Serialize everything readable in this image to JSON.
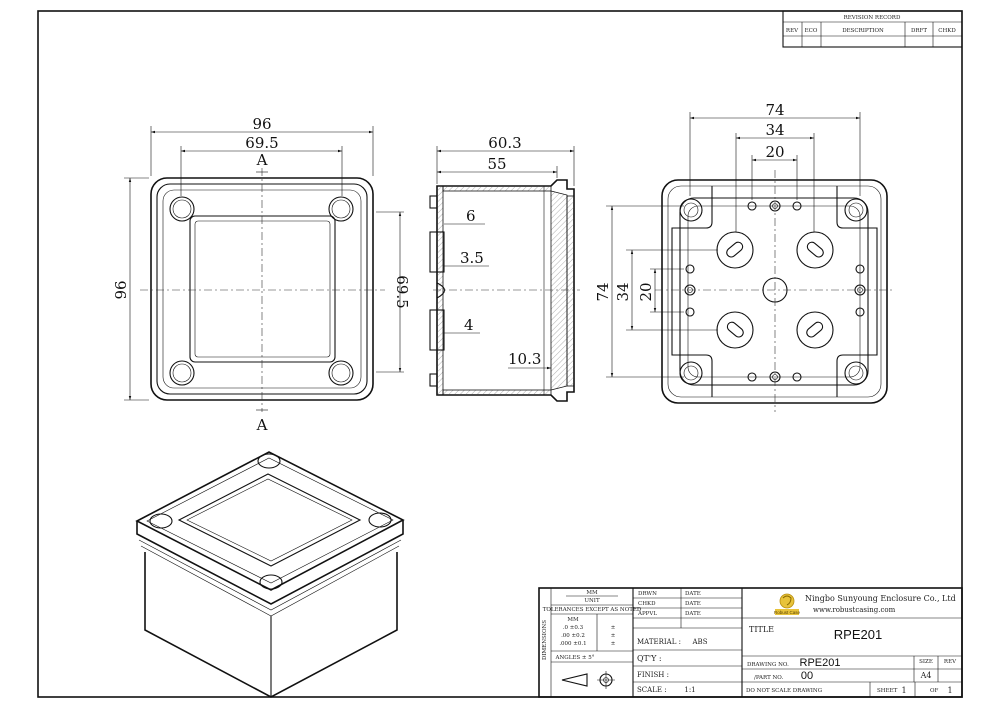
{
  "revision_table": {
    "title": "REVISION RECORD",
    "columns": [
      "REV",
      "ECO",
      "DESCRIPTION",
      "DRFT",
      "CHKD"
    ]
  },
  "front_view": {
    "dims": {
      "width": "96",
      "inner_width": "69.5",
      "height": "96"
    },
    "section_label_top": "A",
    "section_label_bottom": "A"
  },
  "section_view": {
    "dims": {
      "overall": "60.3",
      "body": "55",
      "d6": "6",
      "d3_5": "3.5",
      "d4": "4",
      "d10_3": "10.3",
      "height": "69.5"
    }
  },
  "bottom_view": {
    "dims": {
      "w74": "74",
      "w34": "34",
      "w20": "20",
      "h74": "74",
      "h34": "34",
      "h20": "20"
    }
  },
  "title_block": {
    "company": "Ningbo Sunyoung Enclosure Co., Ltd",
    "website": "www.robustcasing.com",
    "logo_text": "Robust Case",
    "title_label": "TITLE",
    "title": "RPE201",
    "drawing_no_label": "DRAWING NO.",
    "drawing_no": "RPE201",
    "part_no_label": "/PART NO.",
    "part_no": "00",
    "size_label": "SIZE",
    "size": "A4",
    "rev_label": "REV",
    "no_scale_note": "DO NOT SCALE DRAWING",
    "sheet_label": "SHEET",
    "sheet": "1",
    "of_label": "OF",
    "of": "1",
    "material_label": "MATERIAL :",
    "material": "ABS",
    "qty_label": "QT'Y :",
    "finish_label": "FINISH :",
    "scale_label": "SCALE :",
    "scale": "1:1",
    "drawn_label": "DRWN",
    "checked_label": "CHKD",
    "approved_label": "APPVL",
    "date_label": "DATE",
    "unit_line1": "MM",
    "unit_line2": "UNIT",
    "tolerance_note": "TOLERANCES EXCEPT AS NOTED",
    "tol_header": "MM",
    "tol_rows": [
      ".0 ±0.3",
      ".00 ±0.2",
      ".000 ±0.1"
    ],
    "tol_right": [
      "±",
      "±",
      "±"
    ],
    "angles": "ANGLES ± 5°",
    "side_label": "DIMENSIONS"
  }
}
